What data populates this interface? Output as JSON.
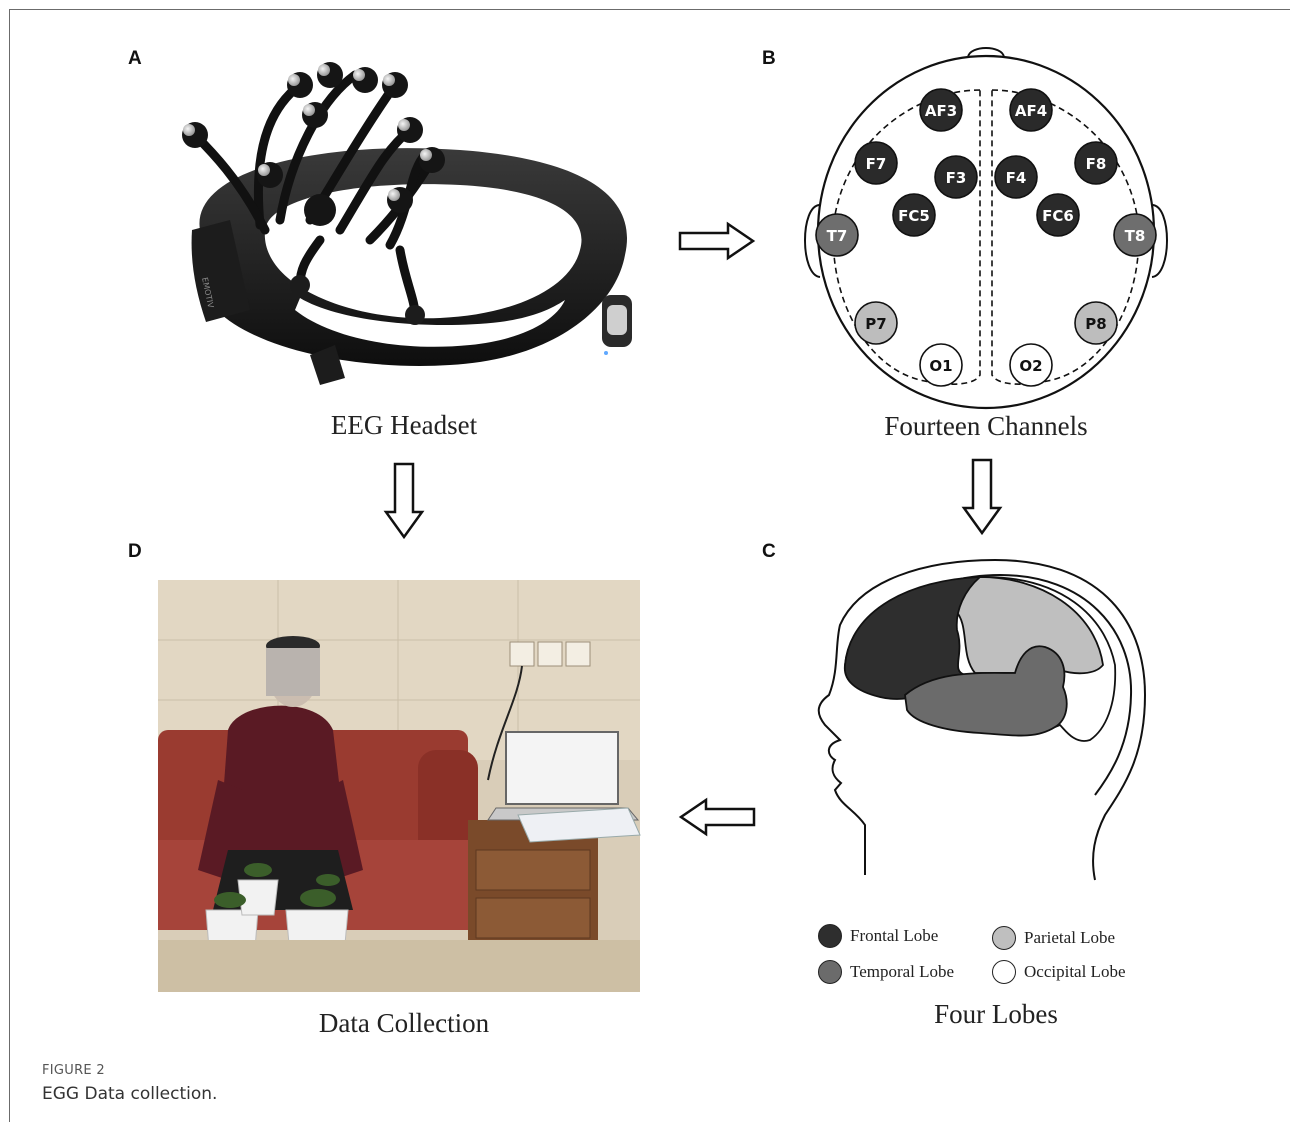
{
  "panels": {
    "a": {
      "letter": "A",
      "caption": "EEG Headset",
      "brand": "EMOTIV"
    },
    "b": {
      "letter": "B",
      "caption": "Fourteen Channels",
      "channels": [
        {
          "label": "AF3",
          "shade": "#2a2a2a",
          "text_color": "#ffffff"
        },
        {
          "label": "AF4",
          "shade": "#2a2a2a",
          "text_color": "#ffffff"
        },
        {
          "label": "F7",
          "shade": "#2a2a2a",
          "text_color": "#ffffff"
        },
        {
          "label": "F3",
          "shade": "#2a2a2a",
          "text_color": "#ffffff"
        },
        {
          "label": "F4",
          "shade": "#2a2a2a",
          "text_color": "#ffffff"
        },
        {
          "label": "F8",
          "shade": "#2a2a2a",
          "text_color": "#ffffff"
        },
        {
          "label": "FC5",
          "shade": "#2a2a2a",
          "text_color": "#ffffff"
        },
        {
          "label": "FC6",
          "shade": "#2a2a2a",
          "text_color": "#ffffff"
        },
        {
          "label": "T7",
          "shade": "#6e6e6e",
          "text_color": "#ffffff"
        },
        {
          "label": "T8",
          "shade": "#6e6e6e",
          "text_color": "#ffffff"
        },
        {
          "label": "P7",
          "shade": "#bdbdbd",
          "text_color": "#111111"
        },
        {
          "label": "P8",
          "shade": "#bdbdbd",
          "text_color": "#111111"
        },
        {
          "label": "O1",
          "shade": "#ffffff",
          "text_color": "#111111"
        },
        {
          "label": "O2",
          "shade": "#ffffff",
          "text_color": "#111111"
        }
      ]
    },
    "c": {
      "letter": "C",
      "caption": "Four Lobes",
      "legend": [
        {
          "label": "Frontal Lobe",
          "color": "#2e2e2e"
        },
        {
          "label": "Parietal Lobe",
          "color": "#bfbfbf"
        },
        {
          "label": "Temporal Lobe",
          "color": "#6b6b6b"
        },
        {
          "label": "Occipital Lobe",
          "color": "#ffffff"
        }
      ]
    },
    "d": {
      "letter": "D",
      "caption": "Data Collection"
    }
  },
  "figure": {
    "label": "FIGURE 2",
    "caption": "EGG Data collection."
  }
}
